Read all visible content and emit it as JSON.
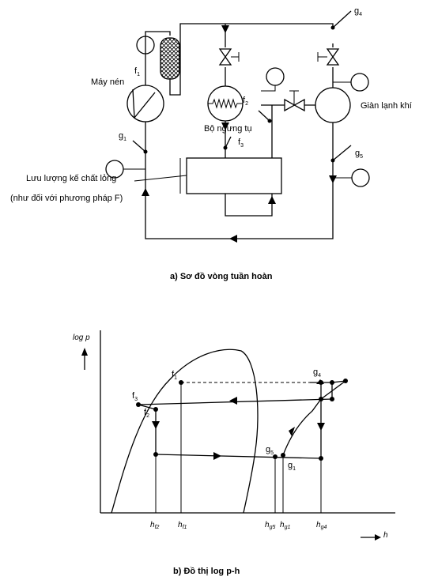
{
  "schematic": {
    "labels": {
      "compressor": "Máy nén",
      "condenser": "Bộ ngưng tụ",
      "evaporator": "Giàn lạnh khí",
      "flowmeter_line1": "Lưu lượng kế chất lỏng",
      "flowmeter_line2": "(như đối với phương pháp F)"
    },
    "points": {
      "f1": "f",
      "f1_sub": "1",
      "f2": "f",
      "f2_sub": "2",
      "f3": "f",
      "f3_sub": "3",
      "g1": "g",
      "g1_sub": "1",
      "g4": "g",
      "g4_sub": "4",
      "g5": "g",
      "g5_sub": "5"
    },
    "caption": "a)  Sơ đồ vòng tuần hoàn"
  },
  "chart": {
    "y_label": "log p",
    "x_label": "h",
    "points": {
      "f1": "f",
      "f1_sub": "1",
      "f2": "f",
      "f2_sub": "2",
      "f3": "f",
      "f3_sub": "3",
      "g1": "g",
      "g1_sub": "1",
      "g4": "g",
      "g4_sub": "4",
      "g5": "g",
      "g5_sub": "5"
    },
    "ticks": [
      {
        "h": "h",
        "sub": "f2"
      },
      {
        "h": "h",
        "sub": "f1"
      },
      {
        "h": "h",
        "sub": "g5"
      },
      {
        "h": "h",
        "sub": "g1"
      },
      {
        "h": "h",
        "sub": "g4"
      }
    ],
    "caption": "b)  Đồ thị log p-h"
  }
}
